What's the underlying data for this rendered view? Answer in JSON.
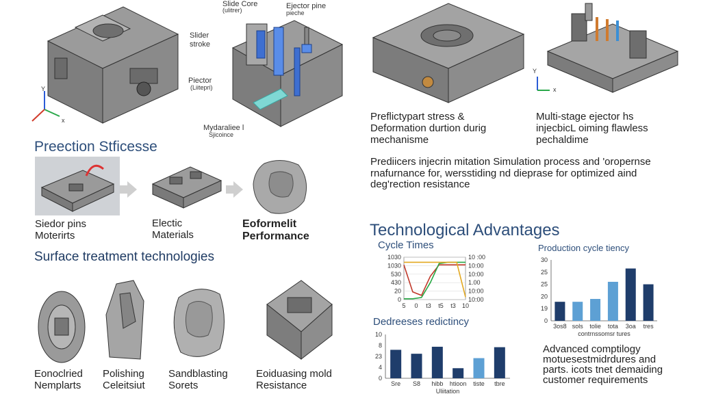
{
  "top_left_diagram": {
    "labels": {
      "slide_core": "Slide Core",
      "slide_core_sub": "(ulitrer)",
      "ejector_pine": "Ejector pine",
      "ejector_pine_sub": "pieche",
      "slider_stroke": "Slider\nstroke",
      "piector": "Piector",
      "piector_sub": "(Liitepri)",
      "mydaraliee": "Mydaraliee l",
      "mydaraliee_sub": "Sjicoince",
      "axis_z": "Y",
      "axis_x": "x"
    }
  },
  "top_right": {
    "text_left": "Preflictypart stress &\nDeformation durtion durig\nmechanisme",
    "text_right": "Multi-stage ejector hs\ninjecbicL oiming flawless\npechaldime",
    "axis_z": "Y",
    "axis_x": "x",
    "paragraph": "Prediicers injecrin mitation Simulation process and 'oropernse\nrnafurnance for, wersstiding nd dieprase for optimized aind\ndeg'rection resistance"
  },
  "process": {
    "title": "Preection Stficesse",
    "steps": [
      {
        "label": "Siedor pins\nMoterirts"
      },
      {
        "label": "Electic\nMaterials"
      },
      {
        "label": "Eoformelit\nPerformance"
      }
    ]
  },
  "surface": {
    "title": "Surface treatment technologies",
    "items": [
      {
        "label": "Eonoclried\nNemplarts"
      },
      {
        "label": "Polishing\nCeleitsiut"
      },
      {
        "label": "Sandblasting\nSorets"
      },
      {
        "label": "Eoiduasing mold\nResistance"
      }
    ]
  },
  "advantages": {
    "title": "Technological Advantages",
    "advanced_text": "Advanced comptilogy\nmotuesestmidrdures and\nparts. icots tnet demaiding\ncustomer requirements"
  },
  "chart_data": [
    {
      "type": "line",
      "title": "Cycle Times",
      "y_ticks_left": [
        "1030",
        "1030",
        "530",
        "430",
        "20",
        "0"
      ],
      "y_ticks_right": [
        "10 :00",
        "10:00",
        "10:00",
        "1.00",
        "10:00",
        "10:00"
      ],
      "x_ticks": [
        "5",
        "0",
        "t3",
        "t5",
        "t3",
        "10"
      ],
      "series": [
        {
          "color": "#c0392b",
          "values": [
            0.82,
            0.18,
            0.1,
            0.55,
            0.82,
            0.82,
            0.82,
            0.82
          ]
        },
        {
          "color": "#27a844",
          "values": [
            0.02,
            0.02,
            0.05,
            0.4,
            0.85,
            0.88,
            0.88,
            0.88
          ]
        },
        {
          "color": "#e3a81f",
          "values": [
            0.88,
            0.88,
            0.88,
            0.88,
            0.88,
            0.88,
            0.88,
            0.06
          ]
        }
      ]
    },
    {
      "type": "bar",
      "title": "Dedreeses redictincy",
      "xlabel": "Uliitation",
      "y_ticks": [
        "10",
        "8",
        "23",
        "4",
        "0"
      ],
      "categories": [
        "Sre",
        "S8",
        "hibb",
        "htioon",
        "tiste",
        "tbre"
      ],
      "values": [
        6.5,
        5.6,
        7.2,
        2.3,
        4.6,
        7.1
      ],
      "colors": [
        "#1f3d6b",
        "#1f3d6b",
        "#1f3d6b",
        "#1f3d6b",
        "#5da0d4",
        "#1f3d6b"
      ],
      "ylim": [
        0,
        10
      ]
    },
    {
      "type": "bar",
      "title": "Production cycle tiency",
      "xlabel": "contrnssomsr tures",
      "y_ticks": [
        "30",
        "25",
        "25",
        "20",
        "19",
        "0"
      ],
      "categories": [
        "3os8",
        "sols",
        "tolie",
        "tota",
        "3oa",
        "tres"
      ],
      "values": [
        10,
        10,
        11.5,
        20.5,
        27.5,
        19.2
      ],
      "colors": [
        "#1f3d6b",
        "#5da0d4",
        "#5da0d4",
        "#5da0d4",
        "#1f3d6b",
        "#1f3d6b"
      ],
      "ylim": [
        0,
        32
      ]
    }
  ]
}
